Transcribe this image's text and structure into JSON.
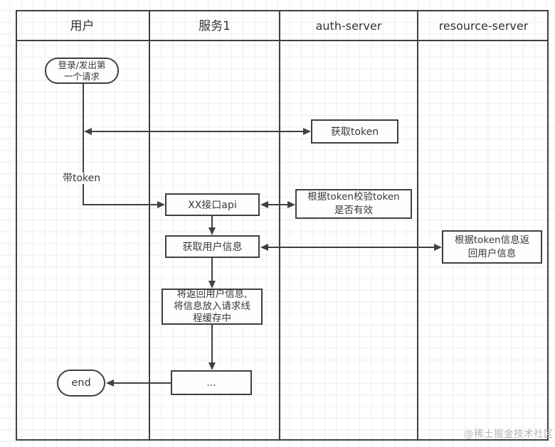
{
  "lanes": [
    {
      "label": "用户"
    },
    {
      "label": "服务1"
    },
    {
      "label": "auth-server"
    },
    {
      "label": "resource-server"
    }
  ],
  "nodes": {
    "start": "登录/发出第\n一个请求",
    "get_token": "获取token",
    "xx_api": "XX接口api",
    "validate_token": "根据token校验token\n是否有效",
    "get_user_info": "获取用户信息",
    "return_user_info": "根据token信息返\n回用户信息",
    "cache_user_info": "将返回用户信息,\n将信息放入请求线\n程缓存中",
    "ellipsis": "...",
    "end": "end"
  },
  "edge_labels": {
    "with_token": "带token"
  },
  "colors": {
    "line": "#404040",
    "grid": "#ededed",
    "box_fill": "#fefefe",
    "watermark": "#b5b5b5"
  },
  "watermark": "@稀土掘金技术社区"
}
